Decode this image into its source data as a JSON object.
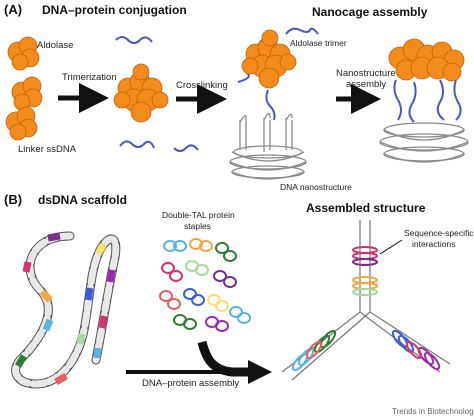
{
  "panel_a": {
    "tag": "(A)",
    "header_conjugation": "DNA–protein conjugation",
    "header_nanocage": "Nanocage assembly",
    "aldolase": "Aldolase",
    "trimerization": "Trimerization",
    "linker_ssdna": "Linker ssDNA",
    "crosslinking": "Crosslinking",
    "aldolase_trimer": "Aldolase trimer",
    "nanostructure_assembly_1": "Nanostructure",
    "nanostructure_assembly_2": "assembly",
    "dna_nanostructure": "DNA nanostructure",
    "colors": {
      "protein": "#f28a1c",
      "protein_dark": "#c8620a",
      "ssdna": "#4a55c8",
      "dna": "#9a9a9a"
    }
  },
  "panel_b": {
    "tag": "(B)",
    "header_scaffold": "dsDNA scaffold",
    "header_assembled": "Assembled structure",
    "staples_1": "Double-TAL protein",
    "staples_2": "staples",
    "sequence_specific_1": "Sequence-specific",
    "sequence_specific_2": "interactions",
    "dna_protein_assembly": "DNA–protein assembly",
    "segment_colors": [
      "#e8e8e8",
      "#7b2d8e",
      "#d6326e",
      "#f2a640",
      "#5ab4e0",
      "#2e7d32",
      "#e85d5d",
      "#a8d8a0",
      "#3b5bdb",
      "#f7e06b",
      "#9c27b0",
      "#e0e0e0"
    ]
  },
  "credit": "Trends in Biotechnology"
}
